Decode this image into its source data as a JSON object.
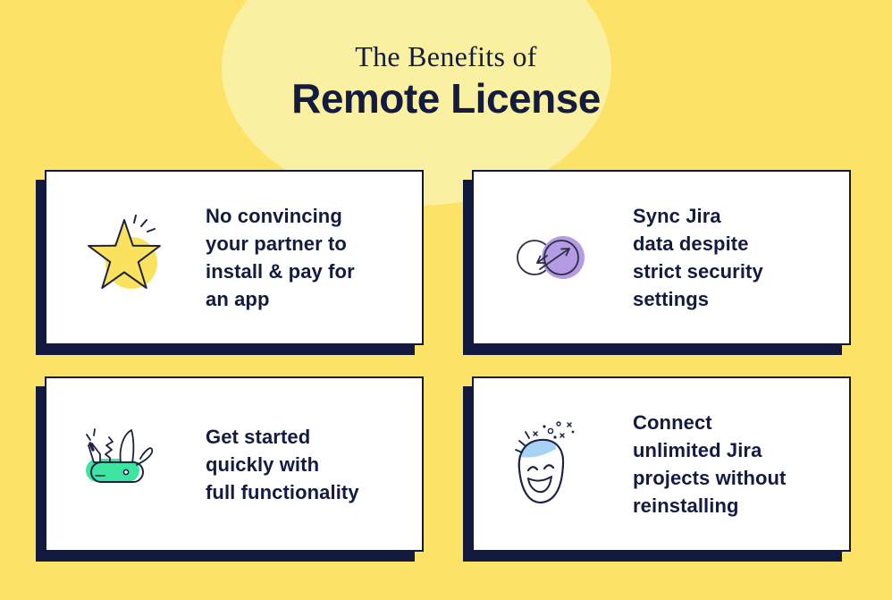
{
  "header": {
    "eyebrow": "The Benefits of",
    "title": "Remote License"
  },
  "cards": [
    {
      "icon": "star-icon",
      "text": "No convincing\nyour partner to\ninstall & pay for\nan app"
    },
    {
      "icon": "sync-icon",
      "text": "Sync Jira\ndata despite\nstrict security\nsettings"
    },
    {
      "icon": "swiss-army-knife-icon",
      "text": "Get started\nquickly with\nfull functionality"
    },
    {
      "icon": "open-mind-icon",
      "text": "Connect\nunlimited Jira\nprojects without\nreinstalling"
    }
  ],
  "colors": {
    "background": "#FCE267",
    "background_glow": "#FAF0A2",
    "navy": "#111A3E",
    "card_background": "#FFFFFF",
    "star_yellow": "#FAE15E",
    "sync_purple": "#B59BE3",
    "knife_green": "#3CE5A2",
    "mind_blue": "#A7D2F4"
  }
}
